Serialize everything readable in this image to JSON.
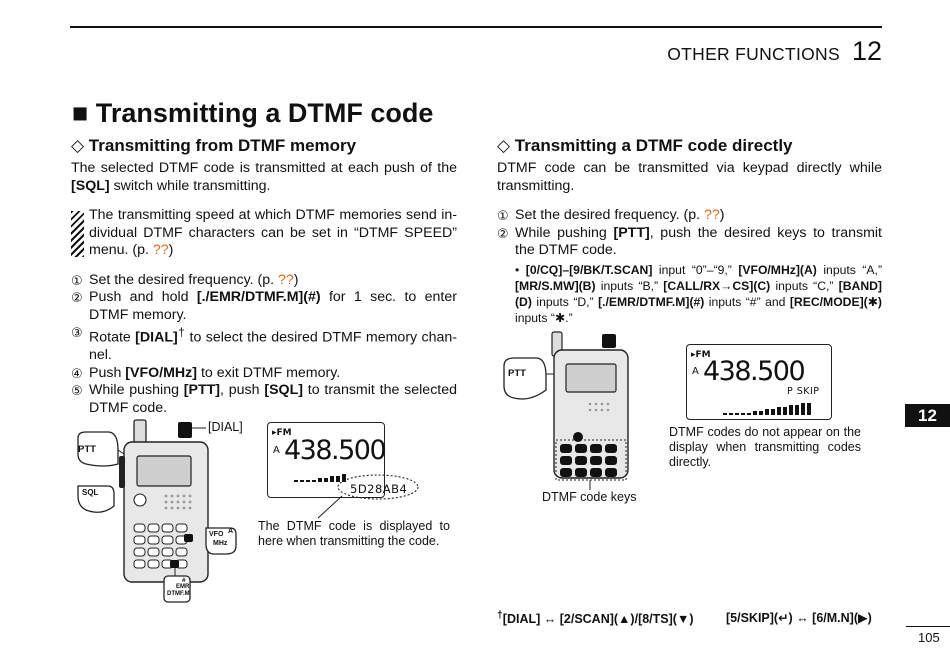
{
  "header": {
    "section_title": "OTHER FUNCTIONS",
    "chapter_number": "12"
  },
  "title": "■ Transmitting a DTMF code",
  "left": {
    "heading": "◇ Transmitting from DTMF memory",
    "intro_pre": "The selected DTMF code is transmitted at each push of the ",
    "intro_key": "[SQL]",
    "intro_post": " switch while transmitting.",
    "note_pre": "The transmitting speed at which DTMF memories send in­dividual DTMF characters can be set in “DTMF SPEED” menu. (p. ",
    "note_ref": "??",
    "note_post": ")",
    "steps": [
      {
        "num": "①",
        "pre": "Set the desired frequency. (p. ",
        "ref": "??",
        "post": ")"
      },
      {
        "num": "②",
        "pre": "Push and hold ",
        "key": "[./EMR/DTMF.M](#)",
        "post": " for 1 sec. to enter DTMF memory."
      },
      {
        "num": "③",
        "pre": "Rotate ",
        "key": "[DIAL]",
        "sup": "†",
        "post": " to select the desired DTMF memory chan­nel."
      },
      {
        "num": "④",
        "pre": "Push ",
        "key": "[VFO/MHz]",
        "post": " to exit DTMF memory."
      },
      {
        "num": "⑤",
        "pre": "While pushing ",
        "key": "[PTT]",
        "mid": ", push ",
        "key2": "[SQL]",
        "post": " to transmit the selected DTMF code."
      }
    ],
    "figure": {
      "dial_label": "[DIAL]",
      "ptt": "PTT",
      "sql": "SQL",
      "vfo_line1": "VFO",
      "vfo_a": "A",
      "vfo_line2": "MHz",
      "emr_hash": "#",
      "emr_line1": "EMR",
      "emr_line2": "DTMF.M",
      "lcd_icons": "▸FM",
      "lcd_a": "A",
      "lcd_freq": "438.500",
      "lcd_code": "5D28AB4",
      "caption": "The DTMF code is displayed to here when transmitting the code."
    }
  },
  "right": {
    "heading": "◇ Transmitting a DTMF code directly",
    "intro": "DTMF code can be transmitted via keypad directly while transmitting.",
    "step1_num": "①",
    "step1_pre": "Set the desired frequency. (p. ",
    "step1_ref": "??",
    "step1_post": ")",
    "step2_num": "②",
    "step2_pre": "While pushing ",
    "step2_key": "[PTT]",
    "step2_post": ", push the desired keys to transmit the DTMF code.",
    "bullet": {
      "k1": "[0/CQ]–[9/BK/T.SCAN]",
      "t1": " input “0”–“9,” ",
      "k2": "[VFO/MHz](A)",
      "t2": " inputs “A,” ",
      "k3": "[MR/S.MW](B)",
      "t3": " inputs “B,” ",
      "k4": "[CALL/RX→CS](C)",
      "t4": " inputs “C,” ",
      "k5": "[BAND](D)",
      "t5": " inputs “D,” ",
      "k6": "[./EMR/DTMF.M](#)",
      "t6": " inputs “#” and ",
      "k7": "[REC/MODE](✱)",
      "t7": " inputs “✱.”"
    },
    "figure": {
      "ptt": "PTT",
      "keys_label": "DTMF code keys",
      "lcd_icons": "▸FM",
      "lcd_a": "A",
      "lcd_freq": "438.500",
      "lcd_pskip": "P SKIP",
      "caption": "DTMF codes do not appear on the display when transmitting codes directly."
    }
  },
  "footer": {
    "left_sup": "†",
    "left": "[DIAL] ↔ [2/SCAN](▲)/[8/TS](▼)",
    "right": "[5/SKIP](↵) ↔ [6/M.N](▶)"
  },
  "side_tab": "12",
  "page_number": "105"
}
